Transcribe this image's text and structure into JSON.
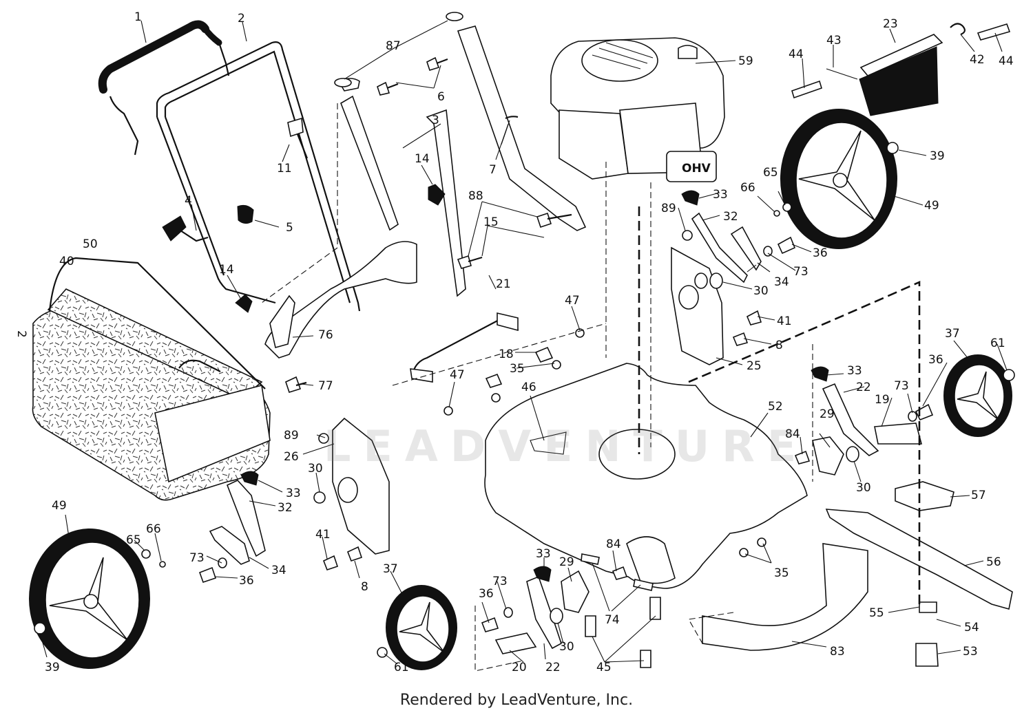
{
  "footer": {
    "text": "Rendered by LeadVenture, Inc."
  },
  "watermark": {
    "text": "LEADVENTURE"
  },
  "engine": {
    "badge": "OHV"
  },
  "page_marker": "2",
  "labels": {
    "l1": "1",
    "l2": "2",
    "l3": "3",
    "l4": "4",
    "l5": "5",
    "l6": "6",
    "l7": "7",
    "l8a": "8",
    "l8b": "8",
    "l11": "11",
    "l14a": "14",
    "l14b": "14",
    "l15": "15",
    "l18": "18",
    "l19": "19",
    "l20": "20",
    "l21": "21",
    "l22a": "22",
    "l22b": "22",
    "l23": "23",
    "l25": "25",
    "l26": "26",
    "l29a": "29",
    "l29b": "29",
    "l30a": "30",
    "l30b": "30",
    "l30c": "30",
    "l30d": "30",
    "l32a": "32",
    "l32b": "32",
    "l33a": "33",
    "l33b": "33",
    "l33c": "33",
    "l33d": "33",
    "l34a": "34",
    "l34b": "34",
    "l35a": "35",
    "l35b": "35",
    "l36a": "36",
    "l36b": "36",
    "l36c": "36",
    "l36d": "36",
    "l37a": "37",
    "l37b": "37",
    "l39a": "39",
    "l39b": "39",
    "l40": "40",
    "l41a": "41",
    "l41b": "41",
    "l42": "42",
    "l43": "43",
    "l44a": "44",
    "l44b": "44",
    "l45": "45",
    "l46": "46",
    "l47a": "47",
    "l47b": "47",
    "l49a": "49",
    "l49b": "49",
    "l50": "50",
    "l52": "52",
    "l53": "53",
    "l54": "54",
    "l55": "55",
    "l56": "56",
    "l57": "57",
    "l59": "59",
    "l61a": "61",
    "l61b": "61",
    "l65a": "65",
    "l65b": "65",
    "l66a": "66",
    "l66b": "66",
    "l73a": "73",
    "l73b": "73",
    "l73c": "73",
    "l73d": "73",
    "l74": "74",
    "l76": "76",
    "l77": "77",
    "l83": "83",
    "l84a": "84",
    "l84b": "84",
    "l87": "87",
    "l88": "88",
    "l89a": "89",
    "l89b": "89"
  }
}
